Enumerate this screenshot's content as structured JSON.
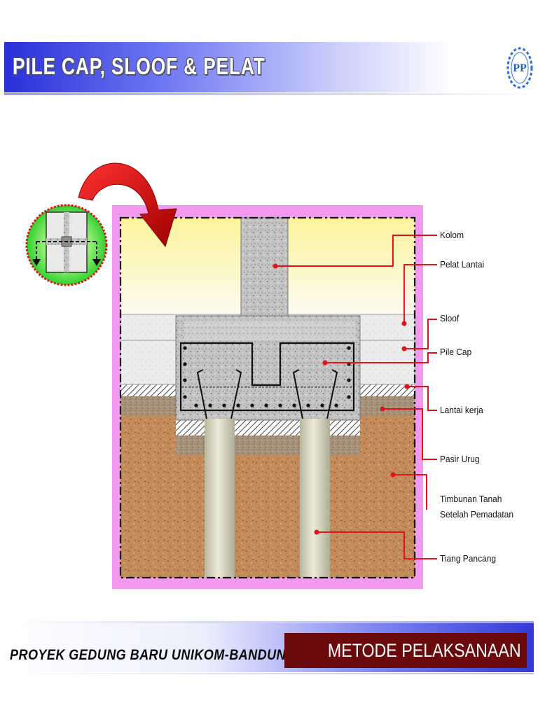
{
  "header": {
    "title": "PILE CAP, SLOOF & PELAT",
    "logo_text": "PP",
    "band_color": "#2a2fd8"
  },
  "diagram": {
    "labels": {
      "kolom": "Kolom",
      "pelat_lantai": "Pelat Lantai",
      "sloof": "Sloof",
      "pile_cap": "Pile Cap",
      "lantai_kerja": "Lantai kerja",
      "pasir_urug": "Pasir Urug",
      "timbunan_line1": "Timbunan Tanah",
      "timbunan_line2": "Setelah Pemadatan",
      "tiang_pancang": "Tiang Pancang"
    },
    "colors": {
      "frame": "#f29af0",
      "leader": "#e0141a",
      "arrow": "#d61010",
      "soil": "#c48b5a",
      "sand": "#a08b74",
      "concrete": "#c9c9c9",
      "pile": "#dedbc9"
    }
  },
  "footer": {
    "project": "PROYEK GEDUNG BARU UNIKOM-BANDUNG",
    "method": "METODE PELAKSANAAN",
    "method_bg": "#6a0a0c"
  }
}
